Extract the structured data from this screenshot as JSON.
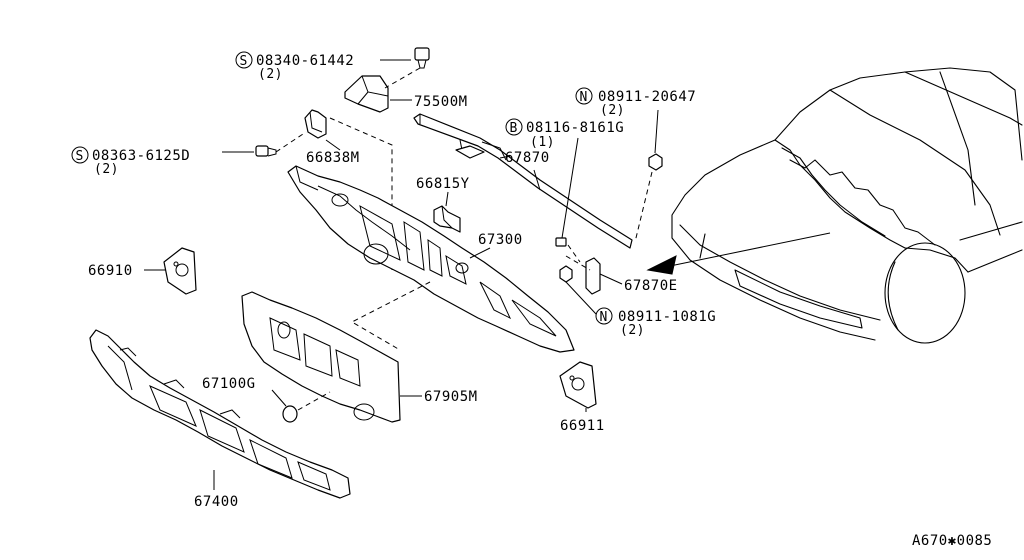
{
  "labels": {
    "p75500m": "75500M",
    "p66838m": "66838M",
    "p66815y": "66815Y",
    "p67870": "67870",
    "p67300": "67300",
    "p66910": "66910",
    "p67870e": "67870E",
    "p67100g": "67100G",
    "p67905m": "67905M",
    "p66911": "66911",
    "p67400": "67400",
    "s1_code": "08340-61442",
    "s1_qty": "(2)",
    "s2_code": "08363-6125D",
    "s2_qty": "(2)",
    "b1_code": "08116-8161G",
    "b1_qty": "(1)",
    "n1_code": "08911-20647",
    "n1_qty": "(2)",
    "n2_code": "08911-1081G",
    "n2_qty": "(2)",
    "s_prefix": "S",
    "b_prefix": "B",
    "n_prefix": "N"
  },
  "diagram_code": "A670✱0085"
}
